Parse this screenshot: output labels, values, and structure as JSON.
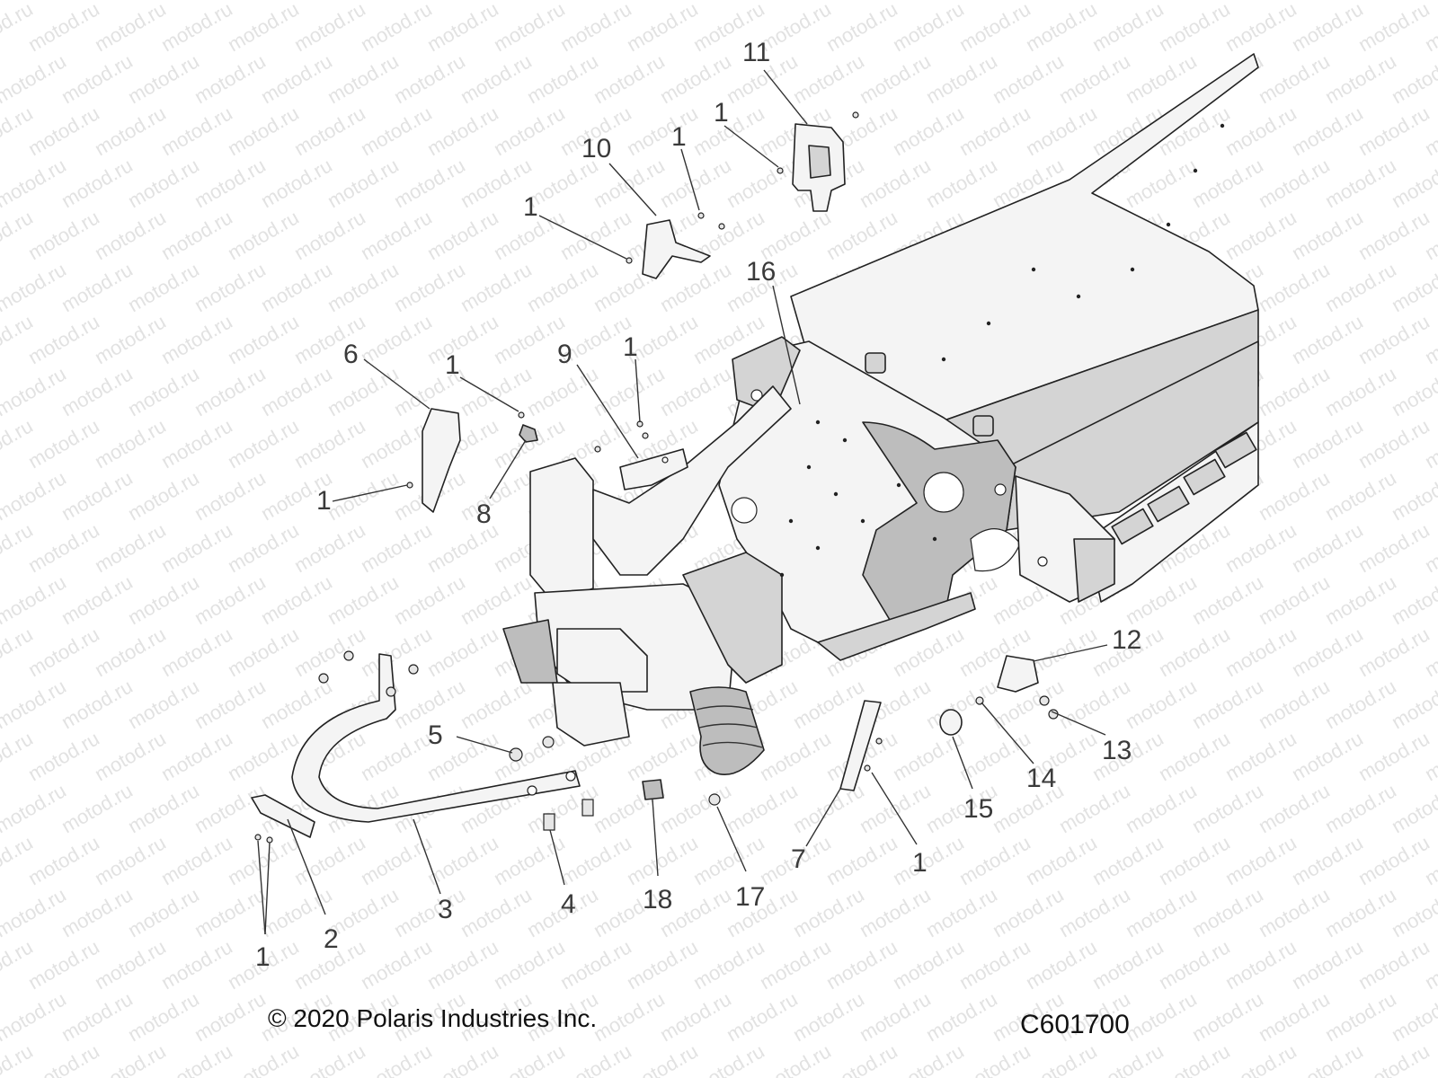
{
  "watermark": "motod.ru",
  "callouts": [
    {
      "id": "c11",
      "text": "11"
    },
    {
      "id": "c1a",
      "text": "1"
    },
    {
      "id": "c10",
      "text": "10"
    },
    {
      "id": "c1b",
      "text": "1"
    },
    {
      "id": "c1c",
      "text": "1"
    },
    {
      "id": "c16",
      "text": "16"
    },
    {
      "id": "c6",
      "text": "6"
    },
    {
      "id": "c1d",
      "text": "1"
    },
    {
      "id": "c9",
      "text": "9"
    },
    {
      "id": "c1e",
      "text": "1"
    },
    {
      "id": "c1f",
      "text": "1"
    },
    {
      "id": "c8",
      "text": "8"
    },
    {
      "id": "c12",
      "text": "12"
    },
    {
      "id": "c5",
      "text": "5"
    },
    {
      "id": "c13",
      "text": "13"
    },
    {
      "id": "c14",
      "text": "14"
    },
    {
      "id": "c15",
      "text": "15"
    },
    {
      "id": "c7",
      "text": "7"
    },
    {
      "id": "c1g",
      "text": "1"
    },
    {
      "id": "c3",
      "text": "3"
    },
    {
      "id": "c4",
      "text": "4"
    },
    {
      "id": "c18",
      "text": "18"
    },
    {
      "id": "c17",
      "text": "17"
    },
    {
      "id": "c2",
      "text": "2"
    },
    {
      "id": "c1h",
      "text": "1"
    }
  ],
  "footer": {
    "copyright": "© 2020 Polaris Industries Inc.",
    "figure_code": "C601700"
  }
}
